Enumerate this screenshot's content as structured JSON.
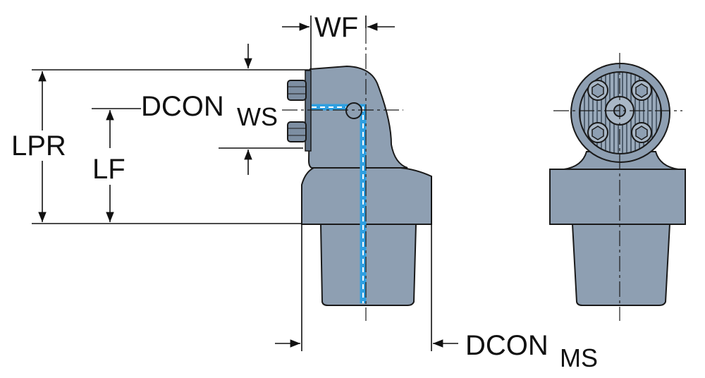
{
  "labels": {
    "wf": "WF",
    "lpr": "LPR",
    "lf": "LF",
    "dcon_ws_main": "DCON",
    "dcon_ws_sub": "WS",
    "dcon_ms_main": "DCON",
    "dcon_ms_sub": "MS"
  },
  "colors": {
    "body_fill": "#8e9fb2",
    "body_dark": "#5f7084",
    "outline": "#1a1a1a",
    "coolant": "#2f9fe0",
    "dim_line": "#111111"
  }
}
